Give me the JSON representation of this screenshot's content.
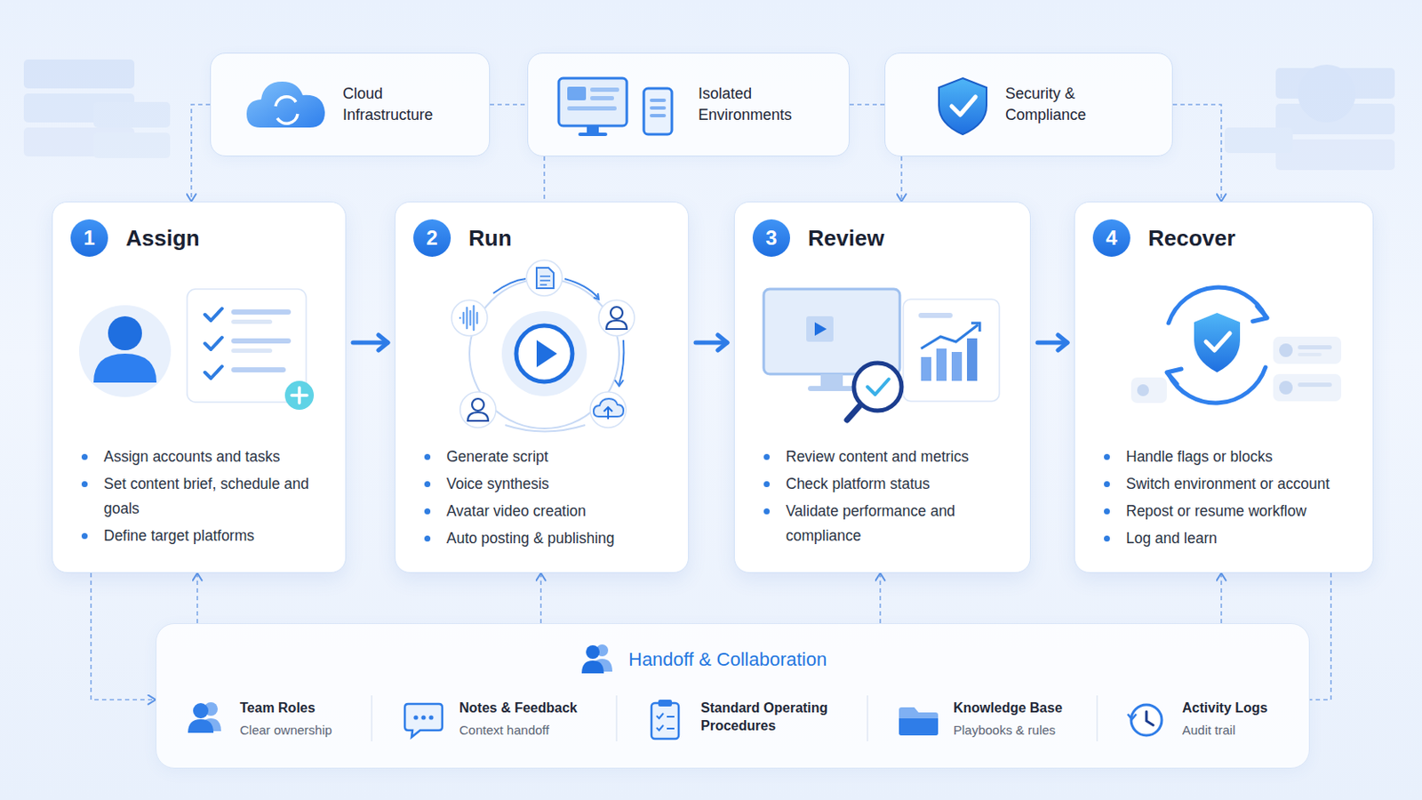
{
  "diagram": {
    "nodes": [
      {
        "text": [
          "Cloud Infrastructure"
        ]
      },
      {
        "text": [
          "Isolated Environments"
        ]
      },
      {
        "text": [
          "Security & Compliance"
        ]
      },
      {
        "text": [
          "1",
          "Assign",
          "Assign accounts and tasks",
          "Set content brief, schedule and goals",
          "Define target platforms"
        ]
      },
      {
        "text": [
          "2",
          "Run",
          "Generate script",
          "Voice synthesis",
          "Avatar video creation",
          "Auto posting & publishing"
        ]
      },
      {
        "text": [
          "3",
          "Review",
          "Review content and metrics",
          "Check platform status",
          "Validate performance and compliance"
        ]
      },
      {
        "text": [
          "4",
          "Recover",
          "Handle flags or blocks",
          "Switch environment or account",
          "Repost or resume workflow",
          "Log and learn"
        ]
      },
      {
        "text": [
          "Handoff & Collaboration"
        ]
      },
      {
        "text": [
          "Team Roles",
          "Clear ownership"
        ],
        "in": 7
      },
      {
        "text": [
          "Notes & Feedback",
          "Context handoff"
        ],
        "in": 7
      },
      {
        "text": [
          "Standard Operating Procedures"
        ],
        "in": 7
      },
      {
        "text": [
          "Knowledge Base",
          "Playbooks & rules"
        ],
        "in": 7
      },
      {
        "text": [
          "Activity Logs",
          "Audit trail"
        ],
        "in": 7
      }
    ],
    "edges": [
      {
        "from": 3,
        "to": 4,
        "arrow": "to"
      },
      {
        "from": 4,
        "to": 5,
        "arrow": "to"
      },
      {
        "from": 5,
        "to": 6,
        "arrow": "to"
      },
      {
        "from": 0,
        "to": 3,
        "arrow": "to"
      },
      {
        "from": 0,
        "to": 1,
        "arrow": "none"
      },
      {
        "from": 1,
        "to": 2,
        "arrow": "none"
      },
      {
        "from": 1,
        "to": 4,
        "arrow": "none"
      },
      {
        "from": 2,
        "to": 5,
        "arrow": "to"
      },
      {
        "from": 2,
        "to": 6,
        "arrow": "to"
      },
      {
        "from": 7,
        "to": 3,
        "arrow": "to"
      },
      {
        "from": 7,
        "to": 4,
        "arrow": "to"
      },
      {
        "from": 7,
        "to": 5,
        "arrow": "to"
      },
      {
        "from": 7,
        "to": 6,
        "arrow": "to"
      },
      {
        "from": 3,
        "to": 7,
        "arrow": "to"
      },
      {
        "from": 6,
        "to": 7,
        "arrow": "none"
      }
    ]
  }
}
